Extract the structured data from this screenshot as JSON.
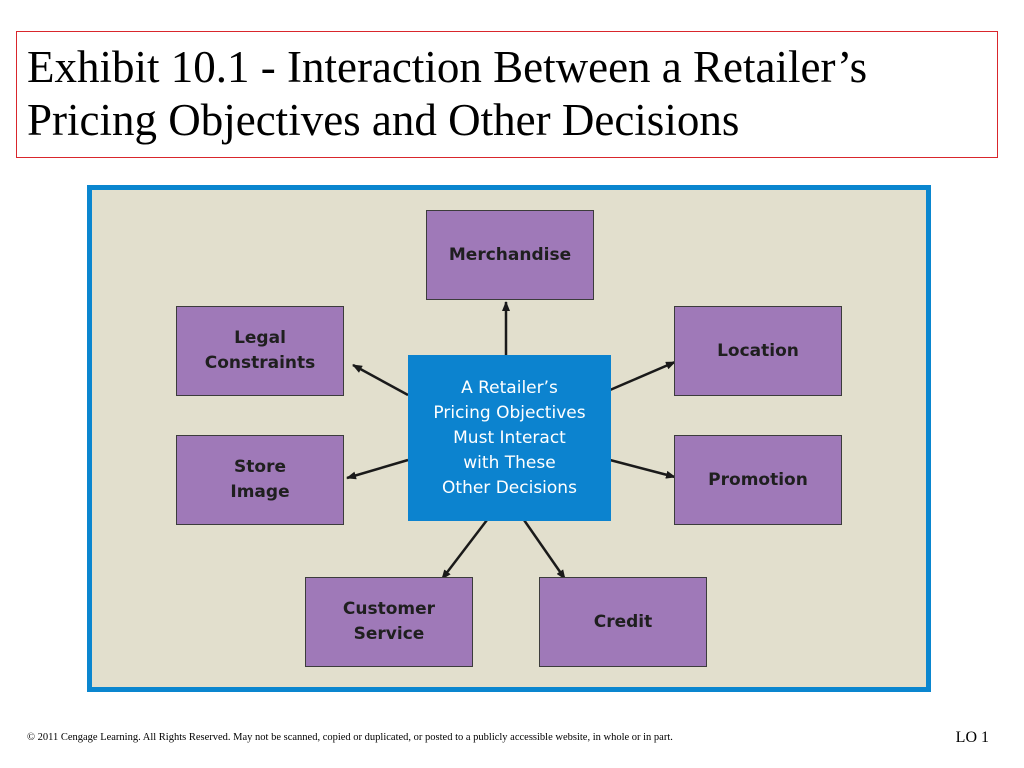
{
  "slide": {
    "title_line1": "Exhibit 10.1 - Interaction Between a Retailer’s",
    "title_line2": "Pricing Objectives and Other Decisions"
  },
  "diagram": {
    "center": "A Retailer’s\nPricing Objectives\nMust Interact\nwith These\nOther Decisions",
    "nodes": {
      "merchandise": "Merchandise",
      "legal_constraints": "Legal\nConstraints",
      "location": "Location",
      "store_image": "Store\nImage",
      "promotion": "Promotion",
      "customer_service": "Customer\nService",
      "credit": "Credit"
    },
    "colors": {
      "frame_border": "#0a86cf",
      "frame_background": "#e2dfcd",
      "center_box": "#0c83cf",
      "outer_box": "#9f79b8",
      "arrow": "#1a1a1a"
    }
  },
  "footer": {
    "copyright": "© 2011 Cengage Learning. All Rights Reserved. May not be scanned, copied or duplicated, or posted to a publicly accessible website, in whole or in part.",
    "lo": "LO 1"
  }
}
